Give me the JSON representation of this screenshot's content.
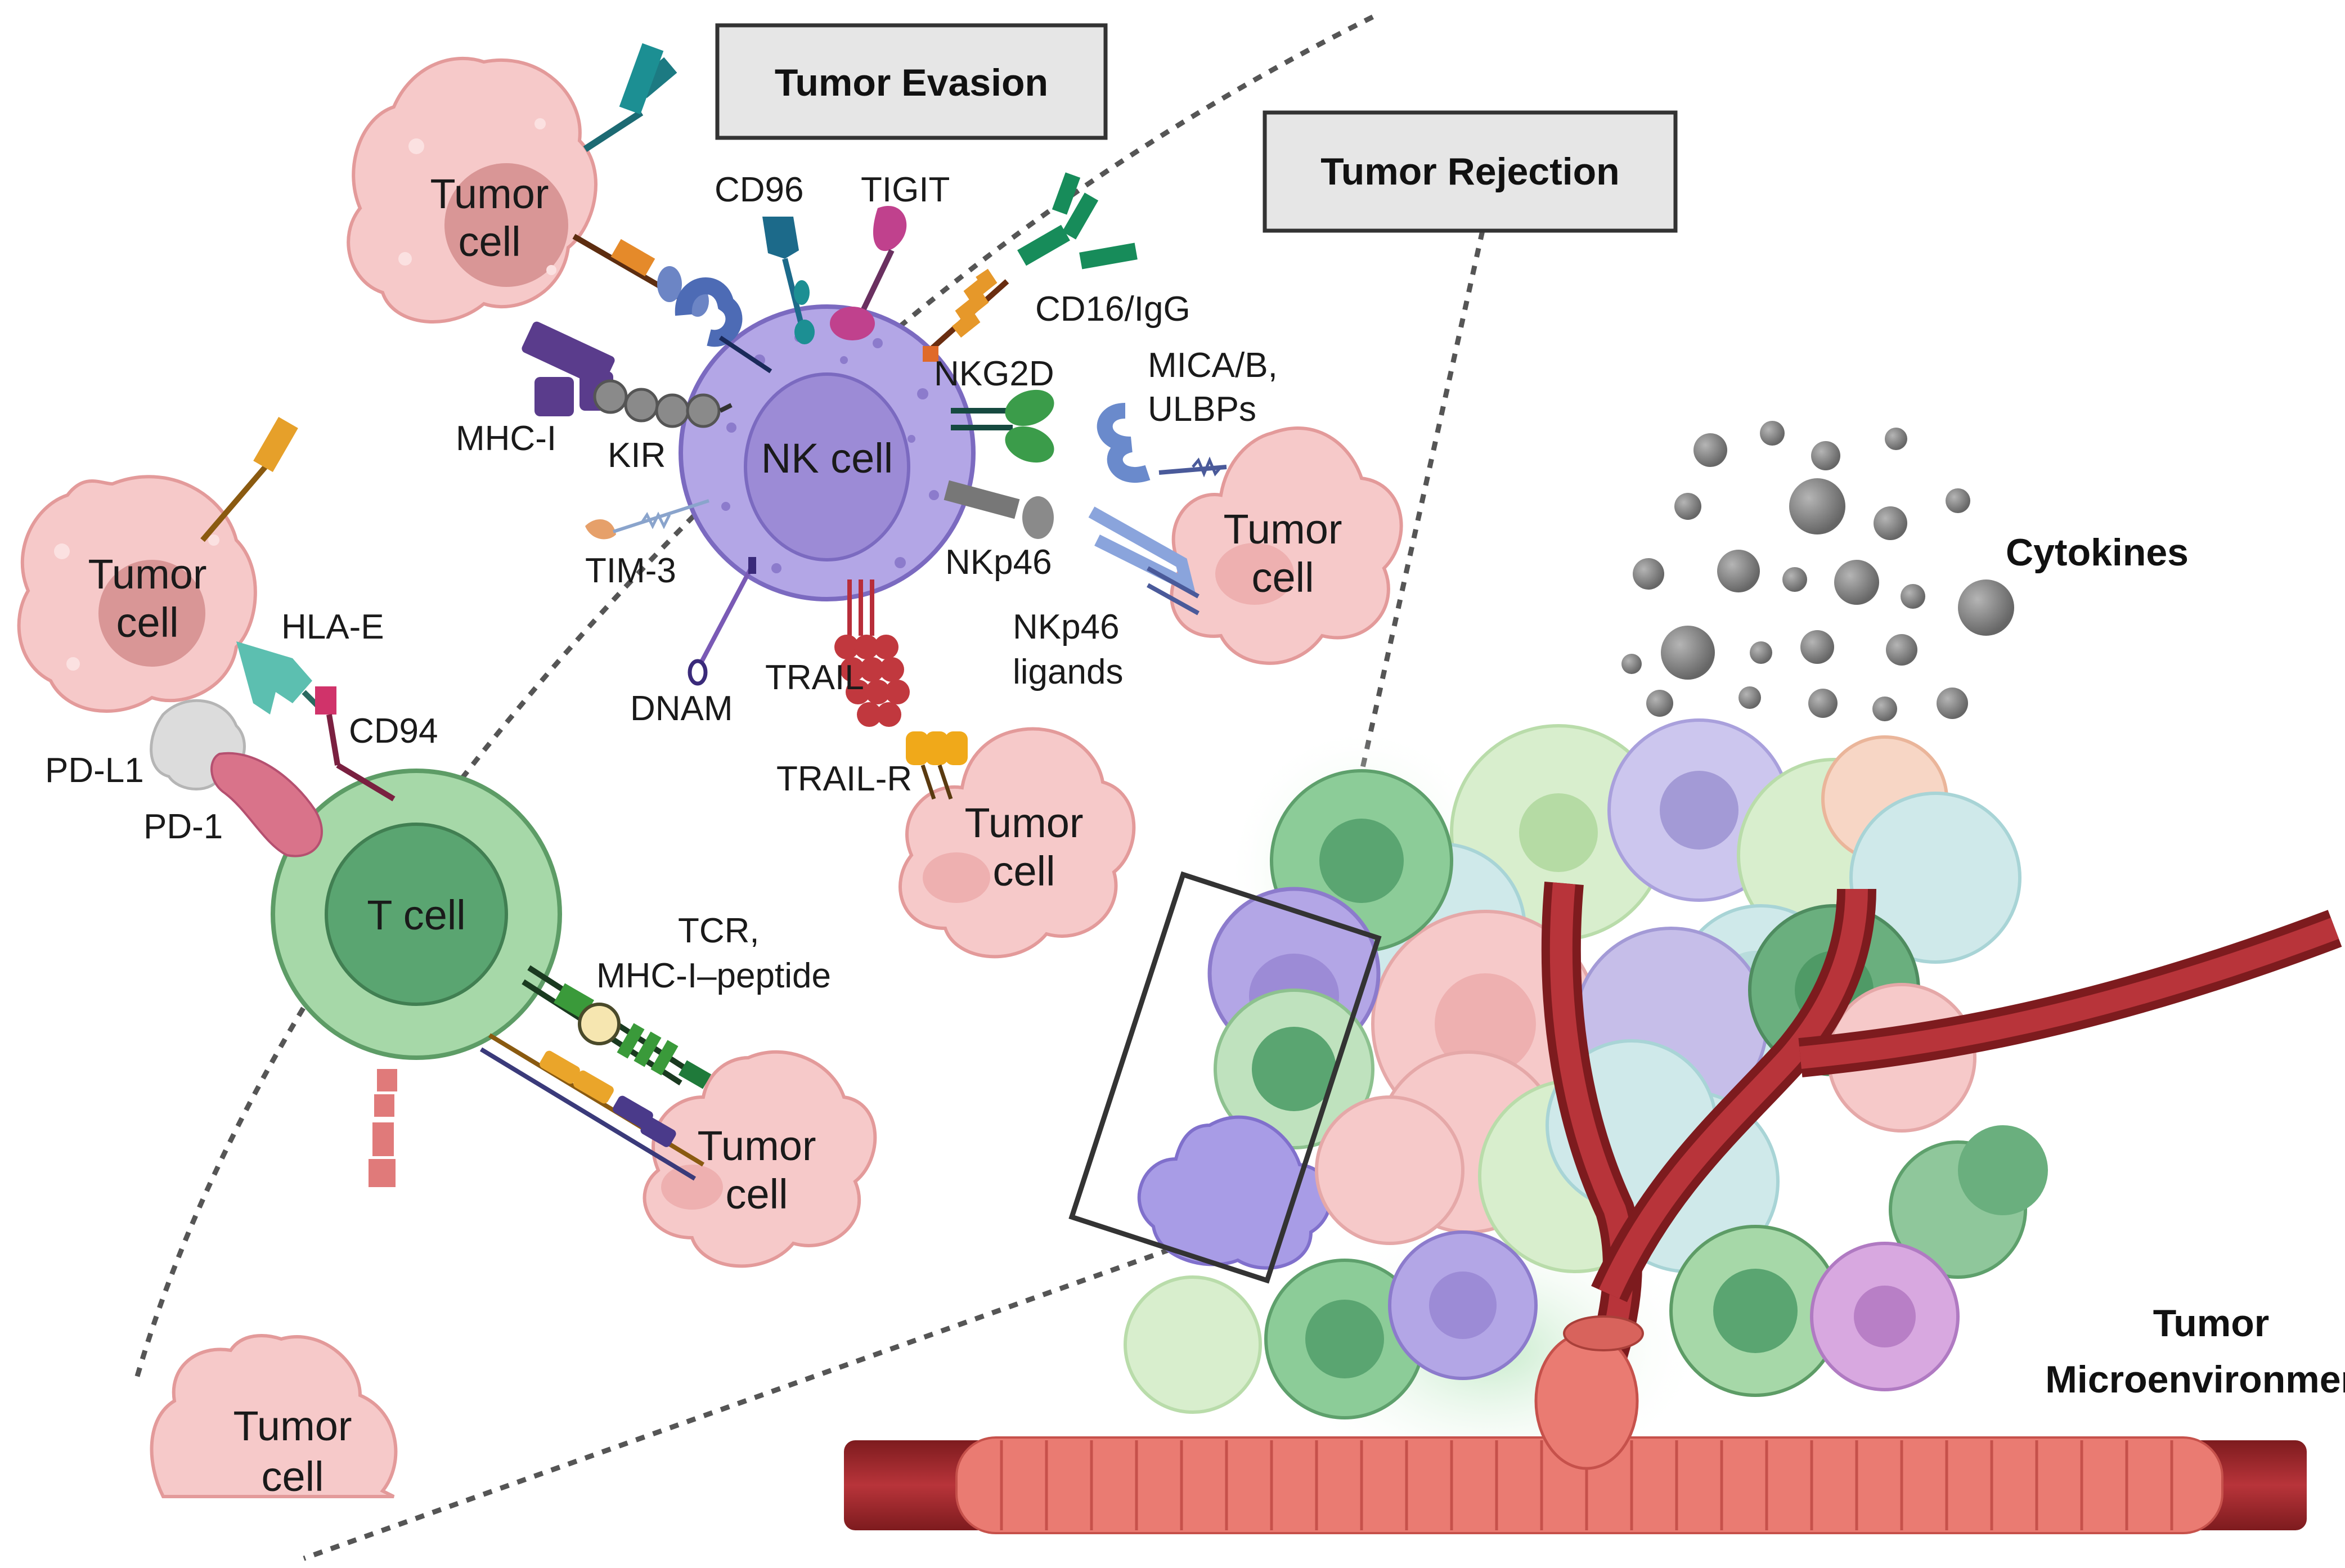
{
  "headers": {
    "tumor_evasion": "Tumor Evasion",
    "tumor_rejection": "Tumor Rejection",
    "cytokines": "Cytokines",
    "tme_line1": "Tumor",
    "tme_line2": "Microenvironment"
  },
  "cells": {
    "nk": "NK cell",
    "t": "T cell",
    "tumor_line1": "Tumor",
    "tumor_line2": "cell"
  },
  "labels": {
    "cd96": "CD96",
    "tigit": "TIGIT",
    "cd16": "CD16/IgG",
    "nkg2d": "NKG2D",
    "mica_line1": "MICA/B,",
    "mica_line2": "ULBPs",
    "mhc_i": "MHC-I",
    "kir": "KIR",
    "tim3": "TIM-3",
    "nkp46": "NKp46",
    "nkp46_lig_line1": "NKp46",
    "nkp46_lig_line2": "ligands",
    "dnam": "DNAM",
    "trail": "TRAIL",
    "trail_r": "TRAIL-R",
    "hla_e": "HLA-E",
    "cd94": "CD94",
    "pd_l1": "PD-L1",
    "pd_1": "PD-1",
    "tcr_line1": "TCR,",
    "tcr_line2": "MHC-I–peptide"
  },
  "colors": {
    "tumor_fill": "#f6c9c9",
    "tumor_nucleus": "#d99696",
    "nk_fill": "#b3a6e6",
    "nk_nucleus": "#9c8bd6",
    "t_fill": "#9fd4a1",
    "t_nucleus": "#5aa571",
    "vessel": "#a3282b",
    "vessel_wall": "#e9766f",
    "cytokine": "#7d7d7d"
  }
}
